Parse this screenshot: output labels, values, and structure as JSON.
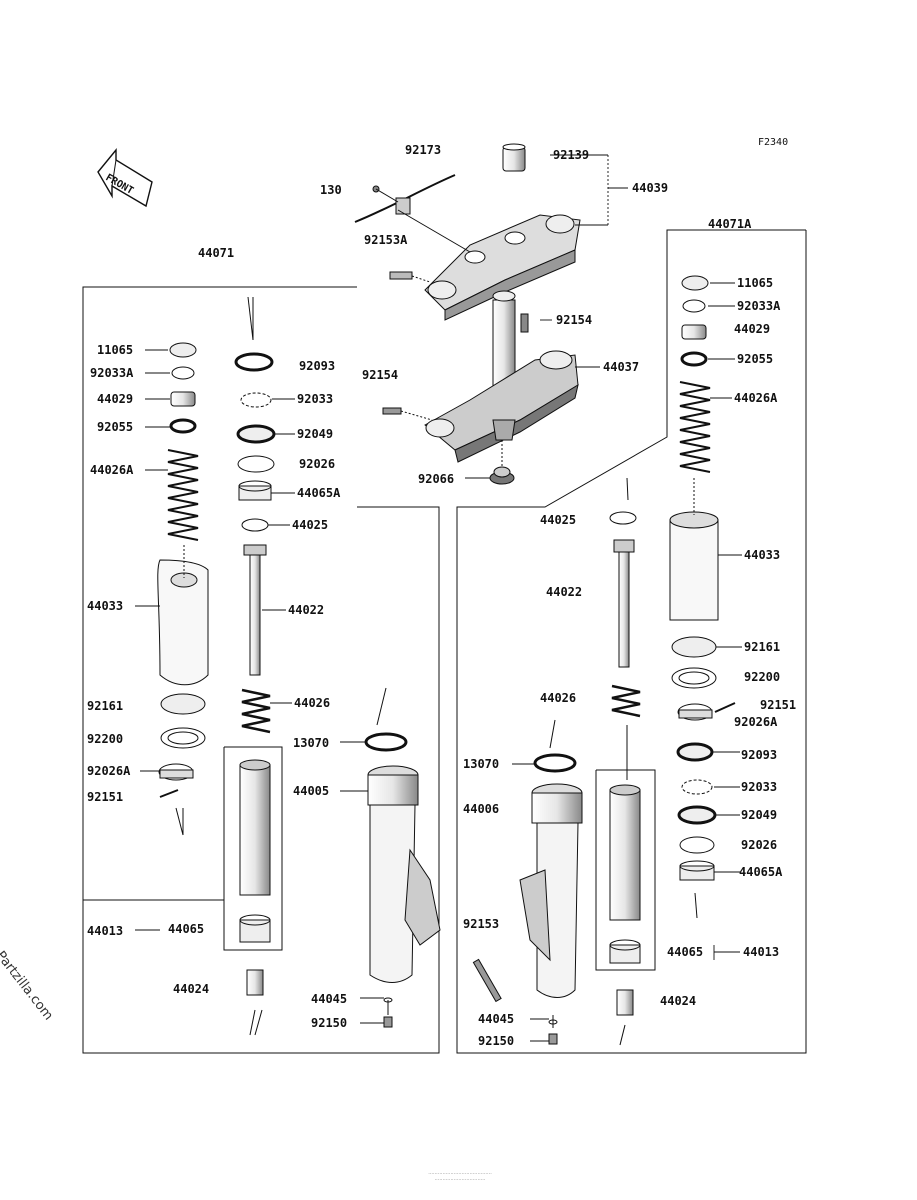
{
  "figure_code": "F2340",
  "front_label": "FRONT",
  "watermark": "© Partzilla.com",
  "footer_lines": [
    "........................................",
    "................................"
  ],
  "top_labels": {
    "l92173": "92173",
    "l130": "130",
    "l92139": "92139",
    "l44039": "44039",
    "l92153A": "92153A",
    "l92154a": "92154",
    "l92154b": "92154",
    "l44037": "44037",
    "l92066": "92066",
    "l44071": "44071",
    "l44071A": "44071A"
  },
  "left_labels": {
    "l11065": "11065",
    "l92033A": "92033A",
    "l44029": "44029",
    "l92055": "92055",
    "l44026A": "44026A",
    "l44033": "44033",
    "l92161": "92161",
    "l92200": "92200",
    "l92026A": "92026A",
    "l92151": "92151",
    "l44013": "44013",
    "l44065": "44065",
    "l44024": "44024",
    "l92093": "92093",
    "l92033": "92033",
    "l92049": "92049",
    "l92026": "92026",
    "l44065A": "44065A",
    "l44025": "44025",
    "l44022": "44022",
    "l44026": "44026",
    "l13070": "13070",
    "l44005": "44005",
    "l44045": "44045",
    "l92150": "92150"
  },
  "right_labels": {
    "l44025": "44025",
    "l44022": "44022",
    "l44026": "44026",
    "l13070": "13070",
    "l44006": "44006",
    "l92153": "92153",
    "l44045": "44045",
    "l92150": "92150",
    "l44024": "44024",
    "l44065": "44065",
    "l44013": "44013",
    "l11065": "11065",
    "l92033A": "92033A",
    "l44029": "44029",
    "l92055": "92055",
    "l44026A": "44026A",
    "l44033": "44033",
    "l92161": "92161",
    "l92200": "92200",
    "l92151": "92151",
    "l92026A": "92026A",
    "l92093": "92093",
    "l92033": "92033",
    "l92049": "92049",
    "l92026": "92026",
    "l44065A": "44065A"
  }
}
